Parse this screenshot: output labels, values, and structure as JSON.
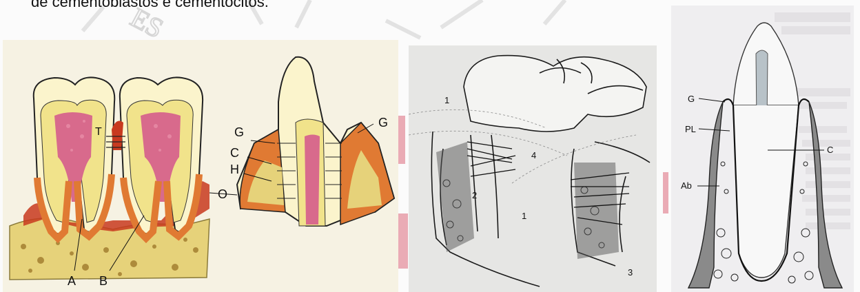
{
  "top_text": "de cementoblastos e cementócitos.",
  "panel_left": {
    "labels": {
      "t": "T",
      "g1": "G",
      "g2": "G",
      "c": "C",
      "h": "H",
      "o": "O",
      "a": "A",
      "b": "B"
    }
  },
  "panel_middle": {
    "labels": {
      "n1_top": "1",
      "n1_bottom": "1",
      "n2": "2",
      "n3": "3",
      "n4": "4"
    }
  },
  "panel_right": {
    "labels": {
      "g": "G",
      "pl": "PL",
      "c": "C",
      "ab": "Ab"
    }
  },
  "colors": {
    "enamel": "#fbf4cc",
    "dentin": "#f1e38b",
    "pulp": "#d86a8c",
    "periodontal": "#e07a33",
    "bone": "#e6d27a",
    "outline": "#4a2d1a"
  }
}
